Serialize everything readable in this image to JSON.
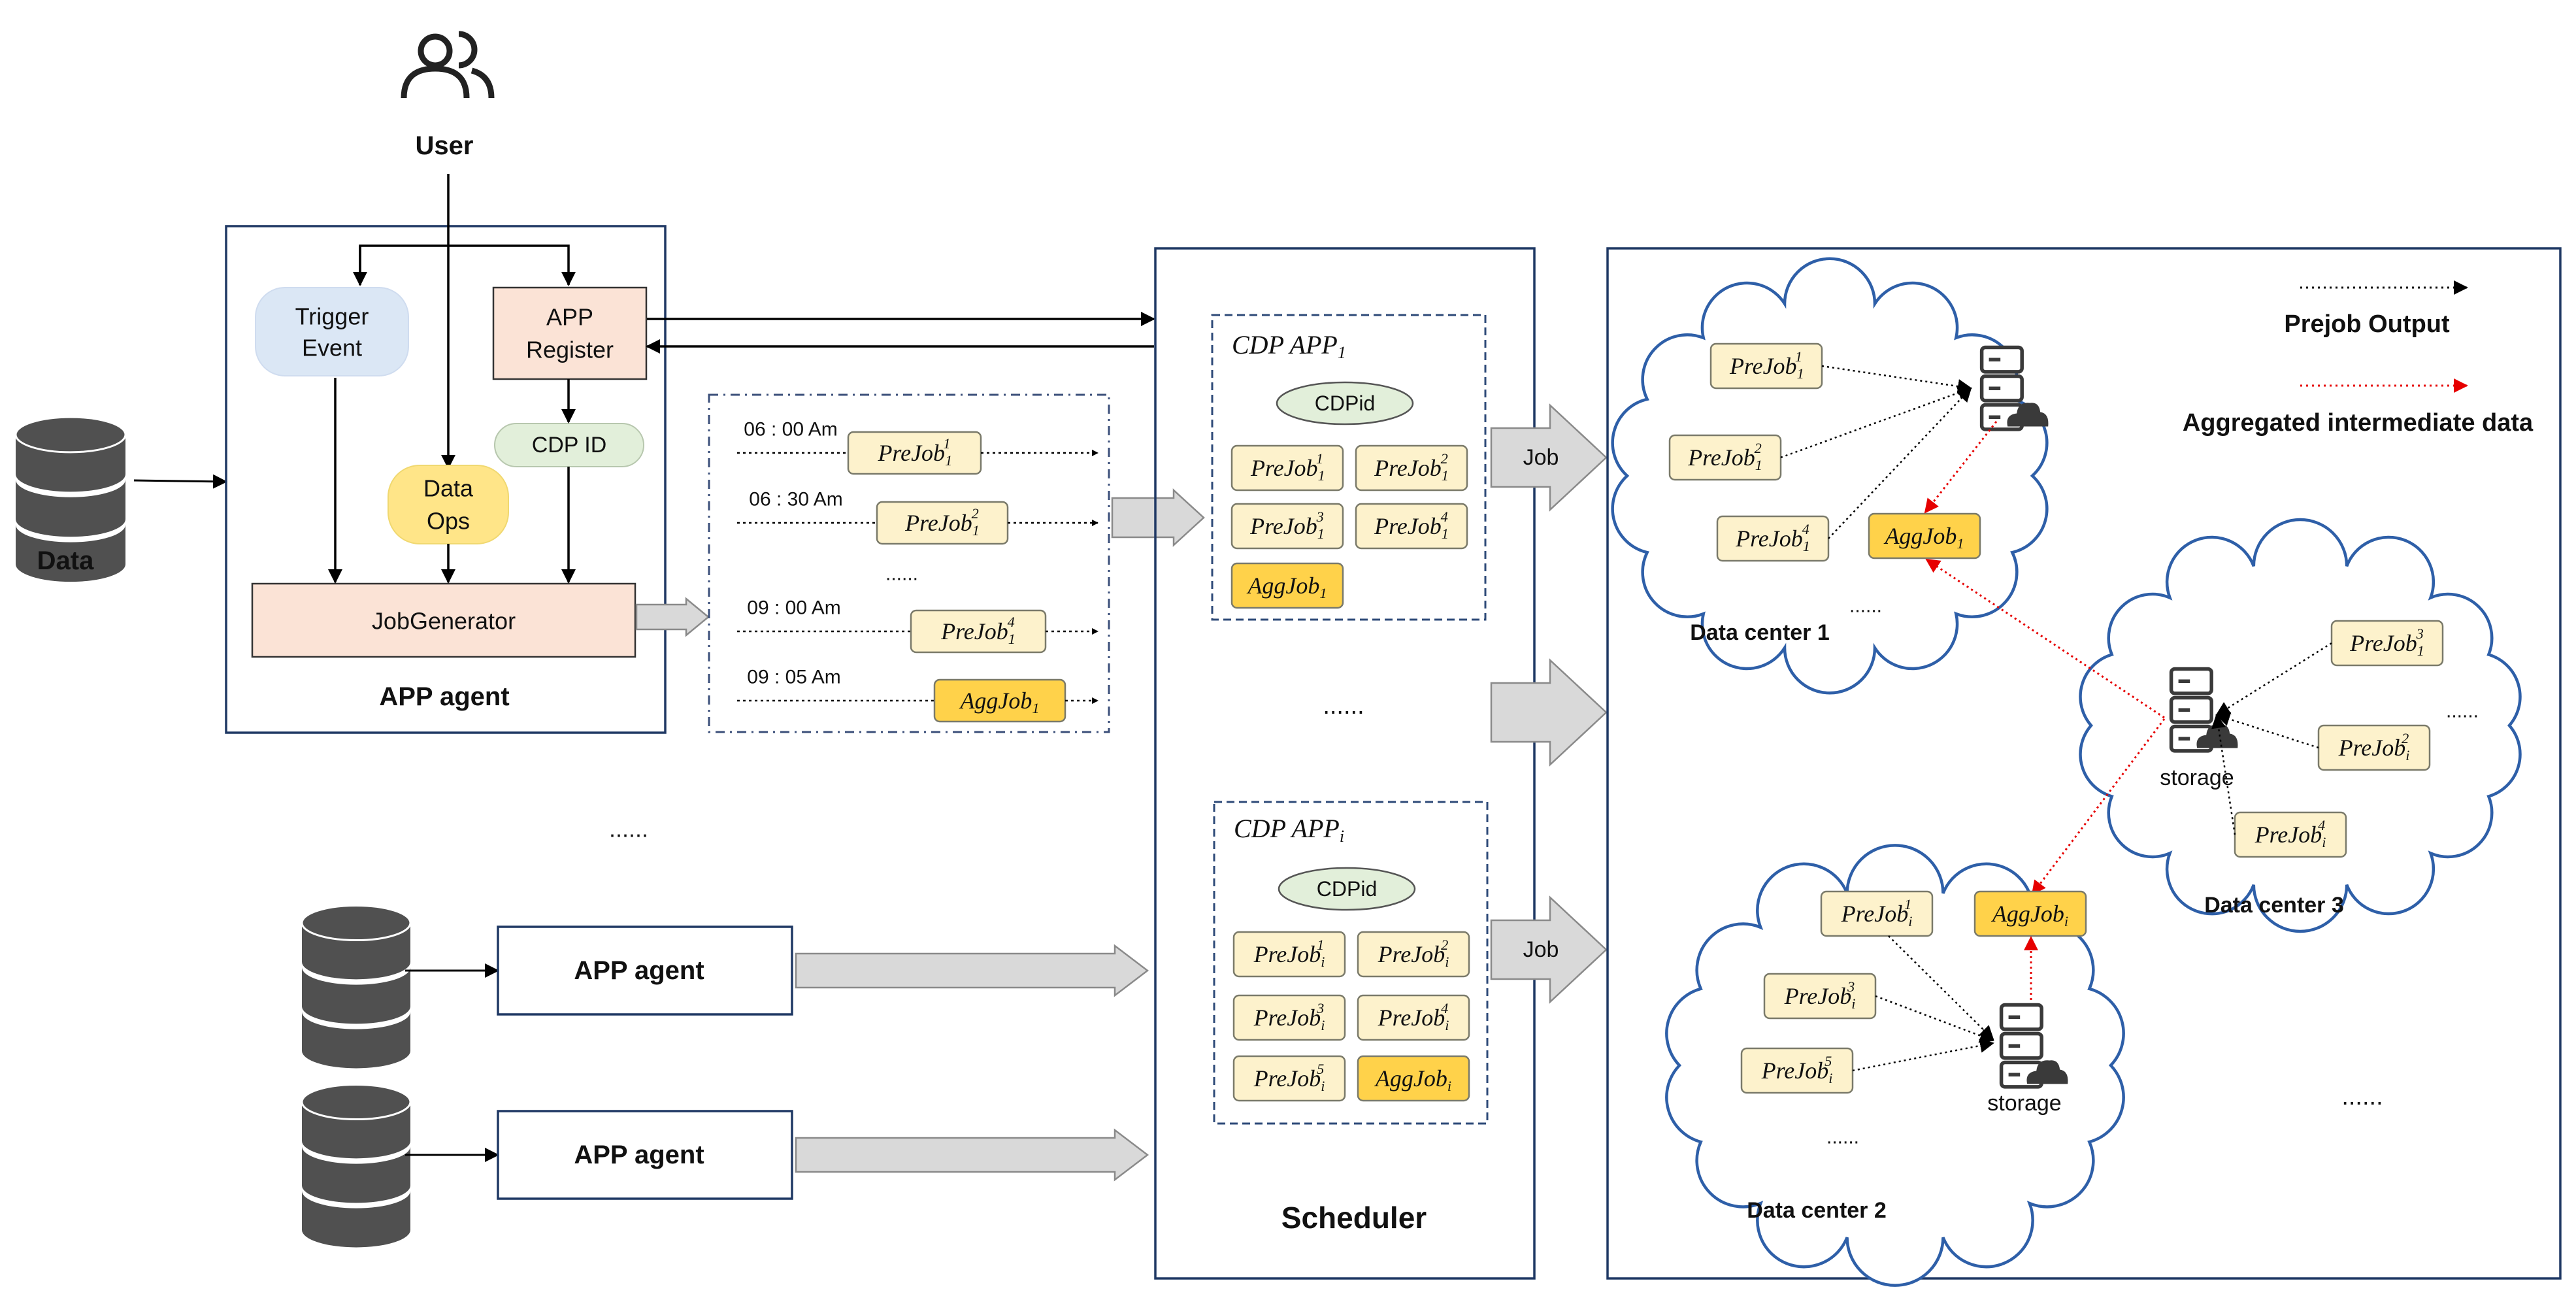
{
  "user": {
    "label": "User"
  },
  "data_source": {
    "label": "Data"
  },
  "app_agent": {
    "title": "APP agent",
    "trigger_event": "Trigger\nEvent",
    "app_register": "APP\nRegister",
    "cdp_id": "CDP ID",
    "data_ops": "Data\nOps",
    "job_generator": "JobGenerator"
  },
  "timeline": {
    "entries": [
      {
        "time": "06 : 00 Am",
        "job": "PreJob",
        "sub": "1",
        "sup": "1",
        "highlight": false
      },
      {
        "time": "06 : 30 Am",
        "job": "PreJob",
        "sub": "1",
        "sup": "2",
        "highlight": false
      },
      {
        "time": "",
        "job": "",
        "sub": "",
        "sup": "",
        "highlight": false,
        "ellipsis": "......"
      },
      {
        "time": "09 : 00 Am",
        "job": "PreJob",
        "sub": "1",
        "sup": "4",
        "highlight": false
      },
      {
        "time": "09 : 05 Am",
        "job": "AggJob",
        "sub": "1",
        "sup": "",
        "highlight": true
      }
    ]
  },
  "more_agents_ellipsis": "......",
  "other_agents": [
    {
      "label": "APP agent"
    },
    {
      "label": "APP agent"
    }
  ],
  "scheduler": {
    "title": "Scheduler",
    "apps": [
      {
        "name": "CDP APP",
        "sub": "1",
        "cdpid": "CDPid",
        "jobs": [
          {
            "name": "PreJob",
            "sub": "1",
            "sup": "1",
            "agg": false
          },
          {
            "name": "PreJob",
            "sub": "1",
            "sup": "2",
            "agg": false
          },
          {
            "name": "PreJob",
            "sub": "1",
            "sup": "3",
            "agg": false
          },
          {
            "name": "PreJob",
            "sub": "1",
            "sup": "4",
            "agg": false
          },
          {
            "name": "AggJob",
            "sub": "1",
            "sup": "",
            "agg": true
          }
        ]
      },
      {
        "name": "CDP APP",
        "sub": "i",
        "cdpid": "CDPid",
        "jobs": [
          {
            "name": "PreJob",
            "sub": "i",
            "sup": "1",
            "agg": false
          },
          {
            "name": "PreJob",
            "sub": "i",
            "sup": "2",
            "agg": false
          },
          {
            "name": "PreJob",
            "sub": "i",
            "sup": "3",
            "agg": false
          },
          {
            "name": "PreJob",
            "sub": "i",
            "sup": "4",
            "agg": false
          },
          {
            "name": "PreJob",
            "sub": "i",
            "sup": "5",
            "agg": false
          },
          {
            "name": "AggJob",
            "sub": "i",
            "sup": "",
            "agg": true
          }
        ]
      }
    ],
    "middle_ellipsis": "......"
  },
  "job_arrows": [
    "Job",
    "",
    "Job"
  ],
  "legend": {
    "prejob_output": "Prejob Output",
    "aggregated": "Aggregated  intermediate data"
  },
  "data_centers": [
    {
      "label": "Data center 1",
      "jobs": [
        {
          "name": "PreJob",
          "sub": "1",
          "sup": "1",
          "agg": false
        },
        {
          "name": "PreJob",
          "sub": "1",
          "sup": "2",
          "agg": false
        },
        {
          "name": "PreJob",
          "sub": "1",
          "sup": "4",
          "agg": false
        },
        {
          "name": "AggJob",
          "sub": "1",
          "sup": "",
          "agg": true
        }
      ],
      "ellipsis": "......",
      "storage_label": ""
    },
    {
      "label": "Data center 2",
      "jobs": [
        {
          "name": "PreJob",
          "sub": "i",
          "sup": "1",
          "agg": false
        },
        {
          "name": "AggJob",
          "sub": "i",
          "sup": "",
          "agg": true
        },
        {
          "name": "PreJob",
          "sub": "i",
          "sup": "3",
          "agg": false
        },
        {
          "name": "PreJob",
          "sub": "i",
          "sup": "5",
          "agg": false
        }
      ],
      "ellipsis": "......",
      "storage_label": "storage"
    },
    {
      "label": "Data center 3",
      "jobs": [
        {
          "name": "PreJob",
          "sub": "1",
          "sup": "3",
          "agg": false
        },
        {
          "name": "PreJob",
          "sub": "i",
          "sup": "2",
          "agg": false
        },
        {
          "name": "PreJob",
          "sub": "i",
          "sup": "4",
          "agg": false
        }
      ],
      "ellipsis": "......",
      "storage_label": "storage"
    }
  ],
  "more_centers_ellipsis": "......",
  "colors": {
    "frame": "#1f3864",
    "cloud": "#2e5fa8",
    "prejob_fill": "#fdf2cc",
    "aggjob_fill": "#ffd24a",
    "trigger_fill": "#dbe7f5",
    "register_fill": "#fbe3d6",
    "cdpid_fill": "#e2efda",
    "dataops_fill": "#ffe588",
    "jobgen_fill": "#fbe3d6",
    "db_fill": "#505050",
    "arrow_fill": "#d9d9d9",
    "red": "#e60000"
  },
  "icons": {
    "user": "users-icon",
    "data": "database-icon",
    "server": "server-cloud-icon"
  }
}
